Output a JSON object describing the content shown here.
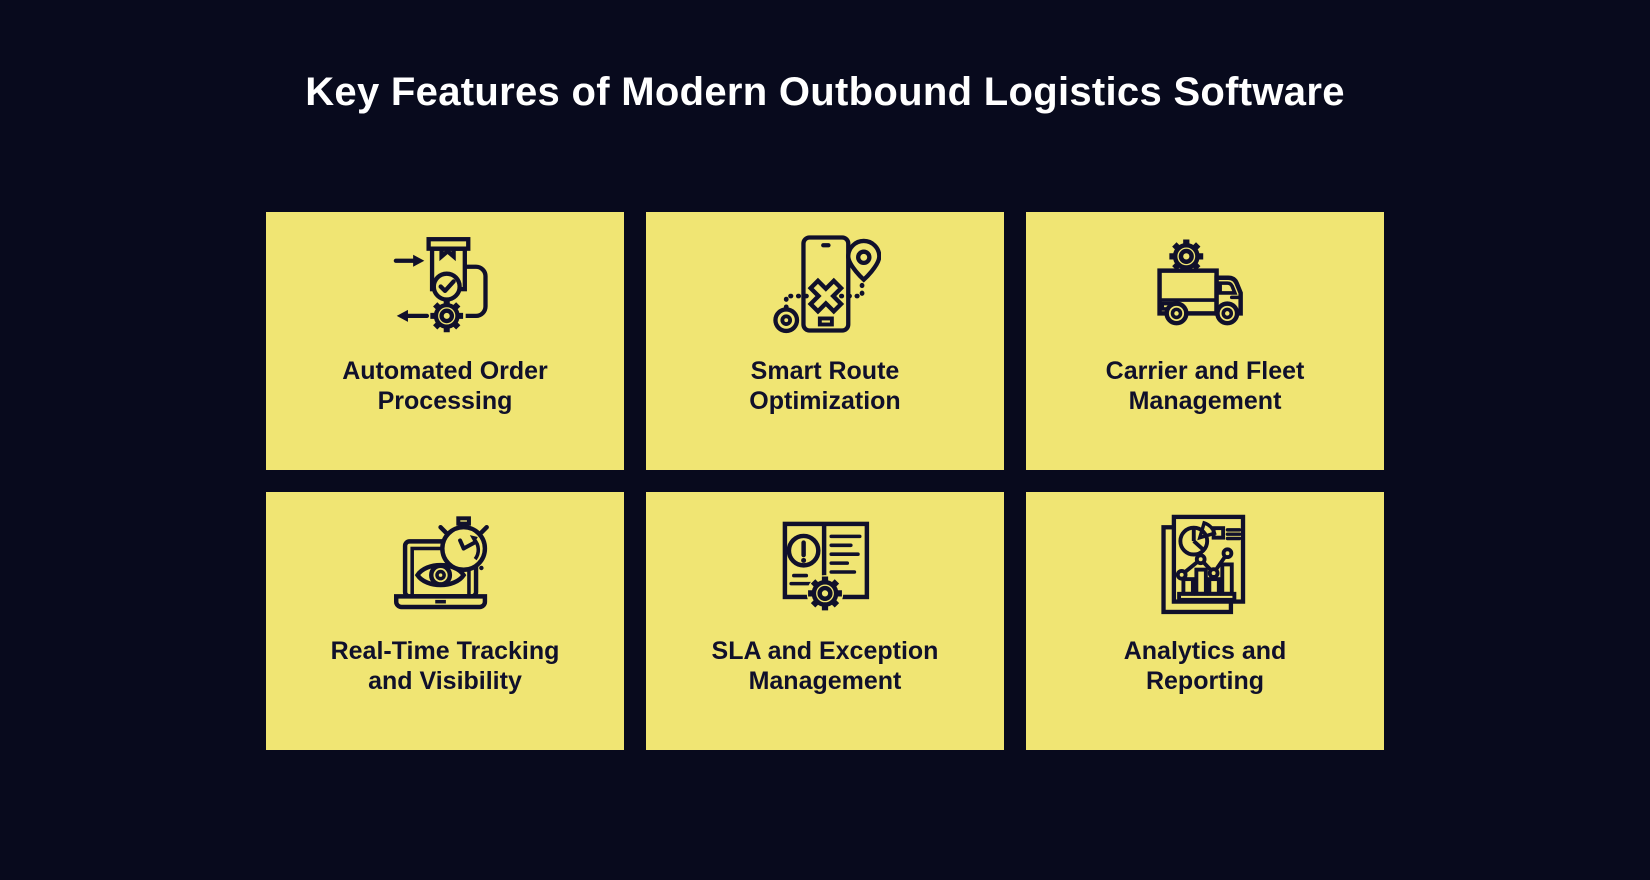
{
  "title": "Key Features of Modern Outbound Logistics Software",
  "colors": {
    "background": "#080a1d",
    "card": "#f0e573",
    "card_text": "#10102b",
    "title_text": "#ffffff"
  },
  "cards": [
    {
      "icon": "order-processing-icon",
      "title": "Automated Order Processing",
      "lines": [
        "Automated Order",
        "Processing"
      ]
    },
    {
      "icon": "route-optimization-icon",
      "title": "Smart Route Optimization",
      "lines": [
        "Smart Route",
        "Optimization"
      ]
    },
    {
      "icon": "truck-gear-icon",
      "title": "Carrier and Fleet Management",
      "lines": [
        "Carrier and Fleet",
        "Management"
      ]
    },
    {
      "icon": "tracking-visibility-icon",
      "title": "Real-Time Tracking and Visibility",
      "lines": [
        "Real-Time Tracking",
        "and Visibility"
      ]
    },
    {
      "icon": "sla-exception-icon",
      "title": "SLA and Exception Management",
      "lines": [
        "SLA and Exception",
        "Management"
      ]
    },
    {
      "icon": "analytics-reporting-icon",
      "title": "Analytics and Reporting",
      "lines": [
        "Analytics and",
        "Reporting"
      ]
    }
  ]
}
